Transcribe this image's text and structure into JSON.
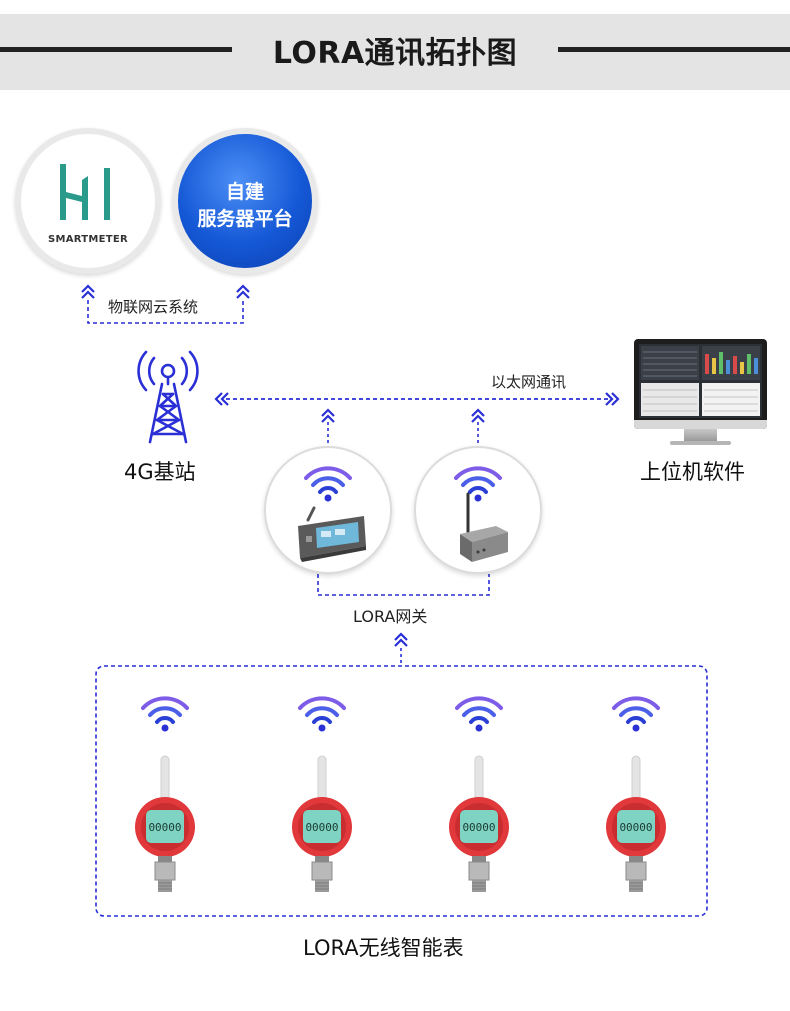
{
  "header": {
    "title": "LORA通讯拓扑图"
  },
  "cloud": {
    "smartmeter_logo_text": "SMARTMETER",
    "server_line1": "自建",
    "server_line2": "服务器平台",
    "iot_label": "物联网云系统"
  },
  "network": {
    "base_station_label": "4G基站",
    "ethernet_label": "以太网通讯",
    "host_label": "上位机软件"
  },
  "gateway": {
    "label": "LORA网关"
  },
  "meters": {
    "label": "LORA无线智能表",
    "count": 4,
    "display_value": "00000"
  },
  "colors": {
    "accent_blue": "#2a2fd6",
    "server_blue": "#1558d6",
    "meter_red": "#e0383b",
    "meter_lcd": "#7fd3c2",
    "smartmeter_green": "#2a9a8a"
  }
}
